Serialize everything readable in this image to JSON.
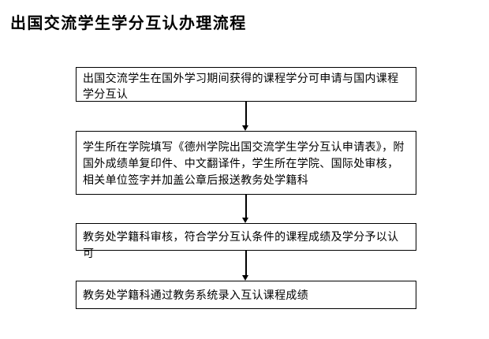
{
  "page": {
    "title": "出国交流学生学分互认办理流程",
    "background_color": "#ffffff",
    "text_color": "#000000",
    "box_border_color": "#000000"
  },
  "flowchart": {
    "type": "vertical-process-flow",
    "steps": [
      {
        "order": 1,
        "text": "出国交流学生在国外学习期间获得的课程学分可申请与国内课程学分互认"
      },
      {
        "order": 2,
        "text": "学生所在学院填写《德州学院出国交流学生学分互认申请表》，附国外成绩单复印件、中文翻译件，学生所在学院、国际处审核，相关单位签字并加盖公章后报送教务处学籍科"
      },
      {
        "order": 3,
        "text": "教务处学籍科审核，符合学分互认条件的课程成绩及学分予以认可"
      },
      {
        "order": 4,
        "text": "教务处学籍科通过教务系统录入互认课程成绩"
      }
    ],
    "connectors": [
      {
        "from": 1,
        "to": 2,
        "icon": "down-arrow"
      },
      {
        "from": 2,
        "to": 3,
        "icon": "down-arrow"
      },
      {
        "from": 3,
        "to": 4,
        "icon": "down-arrow"
      }
    ]
  }
}
